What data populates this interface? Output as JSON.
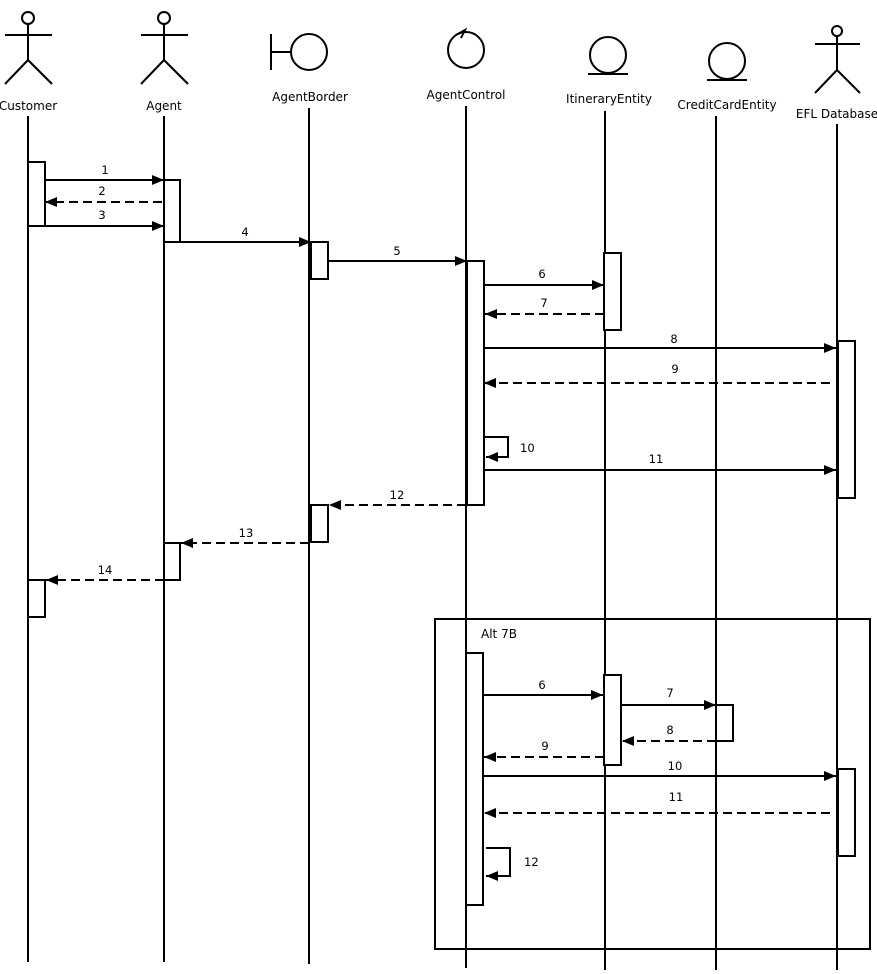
{
  "participants": [
    {
      "id": "customer",
      "label": "Customer",
      "kind": "actor"
    },
    {
      "id": "agent",
      "label": "Agent",
      "kind": "actor"
    },
    {
      "id": "agentborder",
      "label": "AgentBorder",
      "kind": "boundary"
    },
    {
      "id": "agentcontrol",
      "label": "AgentControl",
      "kind": "control"
    },
    {
      "id": "itineraryentity",
      "label": "ItineraryEntity",
      "kind": "entity"
    },
    {
      "id": "creditcardentity",
      "label": "CreditCardEntity",
      "kind": "entity"
    },
    {
      "id": "efldatabase",
      "label": "EFL Database",
      "kind": "actor"
    }
  ],
  "messages": [
    {
      "label": "1",
      "from": "customer",
      "to": "agent",
      "type": "sync"
    },
    {
      "label": "2",
      "from": "agent",
      "to": "customer",
      "type": "return"
    },
    {
      "label": "3",
      "from": "customer",
      "to": "agent",
      "type": "sync"
    },
    {
      "label": "4",
      "from": "agent",
      "to": "agentborder",
      "type": "sync"
    },
    {
      "label": "5",
      "from": "agentborder",
      "to": "agentcontrol",
      "type": "sync"
    },
    {
      "label": "6",
      "from": "agentcontrol",
      "to": "itineraryentity",
      "type": "sync"
    },
    {
      "label": "7",
      "from": "itineraryentity",
      "to": "agentcontrol",
      "type": "return"
    },
    {
      "label": "8",
      "from": "agentcontrol",
      "to": "efldatabase",
      "type": "sync"
    },
    {
      "label": "9",
      "from": "efldatabase",
      "to": "agentcontrol",
      "type": "return"
    },
    {
      "label": "10",
      "from": "agentcontrol",
      "to": "agentcontrol",
      "type": "self"
    },
    {
      "label": "11",
      "from": "agentcontrol",
      "to": "efldatabase",
      "type": "sync"
    },
    {
      "label": "12",
      "from": "agentcontrol",
      "to": "agentborder",
      "type": "return"
    },
    {
      "label": "13",
      "from": "agentborder",
      "to": "agent",
      "type": "return"
    },
    {
      "label": "14",
      "from": "agent",
      "to": "customer",
      "type": "return"
    }
  ],
  "fragment": {
    "label": "Alt 7B",
    "messages": [
      {
        "label": "6",
        "from": "agentcontrol",
        "to": "itineraryentity",
        "type": "sync"
      },
      {
        "label": "7",
        "from": "itineraryentity",
        "to": "creditcardentity",
        "type": "sync"
      },
      {
        "label": "8",
        "from": "creditcardentity",
        "to": "itineraryentity",
        "type": "return"
      },
      {
        "label": "9",
        "from": "itineraryentity",
        "to": "agentcontrol",
        "type": "return"
      },
      {
        "label": "10",
        "from": "agentcontrol",
        "to": "efldatabase",
        "type": "sync"
      },
      {
        "label": "11",
        "from": "efldatabase",
        "to": "agentcontrol",
        "type": "return"
      },
      {
        "label": "12",
        "from": "agentcontrol",
        "to": "agentcontrol",
        "type": "self"
      }
    ]
  }
}
